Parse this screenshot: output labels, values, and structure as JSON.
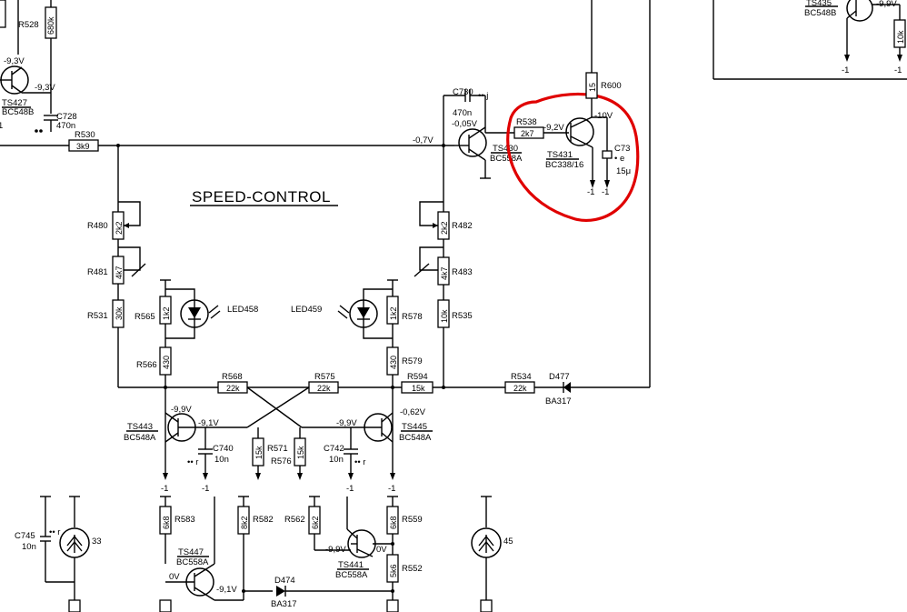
{
  "title": "SPEED-CONTROL",
  "highlight_color": "#e00000",
  "resistors": {
    "r528": {
      "label": "R528",
      "value": "680k"
    },
    "r530": {
      "label": "R530",
      "value": "3k9"
    },
    "r538": {
      "label": "R538",
      "value": "2k7"
    },
    "r600": {
      "label": "R600",
      "value": "15"
    },
    "r480": {
      "label": "R480",
      "value": "2k2"
    },
    "r481": {
      "label": "R481",
      "value": "4k7"
    },
    "r531": {
      "label": "R531",
      "value": "30k"
    },
    "r482": {
      "label": "R482",
      "value": "2k2"
    },
    "r483": {
      "label": "R483",
      "value": "4k7"
    },
    "r535": {
      "label": "R535",
      "value": "10k"
    },
    "r565": {
      "label": "R565",
      "value": "1k2"
    },
    "r566": {
      "label": "R566",
      "value": "430"
    },
    "r578": {
      "label": "R578",
      "value": "1k2"
    },
    "r579": {
      "label": "R579",
      "value": "430"
    },
    "r568": {
      "label": "R568",
      "value": "22k"
    },
    "r575": {
      "label": "R575",
      "value": "22k"
    },
    "r594": {
      "label": "R594",
      "value": "15k"
    },
    "r534": {
      "label": "R534",
      "value": "22k"
    },
    "r571": {
      "label": "R571",
      "value": "15k"
    },
    "r576": {
      "label": "R576",
      "value": "15k"
    },
    "r583": {
      "label": "R583",
      "value": "6k8"
    },
    "r582": {
      "label": "R582",
      "value": "8k2"
    },
    "r562": {
      "label": "R562",
      "value": "6k2"
    },
    "r559": {
      "label": "R559",
      "value": "6k8"
    },
    "r552": {
      "label": "R552",
      "value": "5k6"
    },
    "r_tr": {
      "value": "10k"
    }
  },
  "transistors": {
    "ts427": {
      "label": "TS427",
      "type": "BC548B"
    },
    "ts430": {
      "label": "TS430",
      "type": "BC558A"
    },
    "ts431": {
      "label": "TS431",
      "type": "BC338/16"
    },
    "ts443": {
      "label": "TS443",
      "type": "BC548A"
    },
    "ts445": {
      "label": "TS445",
      "type": "BC548A"
    },
    "ts447": {
      "label": "TS447",
      "type": "BC558A"
    },
    "ts441": {
      "label": "TS441",
      "type": "BC558A"
    },
    "ts435": {
      "label": "TS435",
      "type": "BC548B"
    }
  },
  "capacitors": {
    "c728": {
      "label": "C728",
      "value": "470n"
    },
    "c730": {
      "label": "C730",
      "value": "470n"
    },
    "c73x": {
      "label": "C73",
      "value": "15μ"
    },
    "c740": {
      "label": "C740",
      "value": "10n"
    },
    "c742": {
      "label": "C742",
      "value": "10n"
    },
    "c745": {
      "label": "C745",
      "value": "10n"
    }
  },
  "diodes": {
    "d477": {
      "label": "D477",
      "type": "BA317"
    },
    "d474": {
      "label": "D474",
      "type": "BA317"
    }
  },
  "leds": {
    "led458": "LED458",
    "led459": "LED459"
  },
  "test_points": {
    "tp33": "33",
    "tp45": "45"
  },
  "voltages": {
    "v_93a": "-9,3V",
    "v_93b": "-9,3V",
    "v_07": "-0,7V",
    "v_005": "-0,05V",
    "v_92": "-9,2V",
    "v_10": "-10V",
    "v_99a": "-9,9V",
    "v_91a": "-9,1V",
    "v_99b": "-9,9V",
    "v_062": "-0,62V",
    "v_99c": "-9,9V",
    "v_0a": "0V",
    "v_0b": "0V",
    "v_91b": "-9,1V",
    "v_99tr": "-9,9V",
    "minus1": "-1"
  },
  "cap_marks": {
    "dot_j": "•• j",
    "dot_e": "• e",
    "dot_r": "•• r"
  }
}
